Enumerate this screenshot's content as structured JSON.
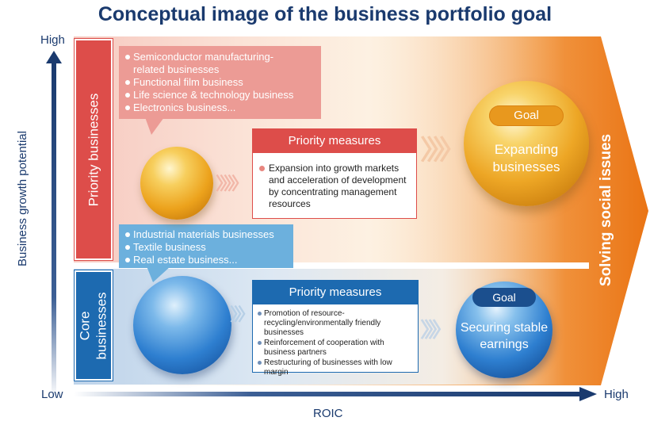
{
  "title": "Conceptual image of the business portfolio goal",
  "axes": {
    "y_label": "Business growth potential",
    "y_high": "High",
    "x_low": "Low",
    "x_high": "High",
    "x_label": "ROIC"
  },
  "priority": {
    "label": "Priority businesses",
    "callout_items": [
      "Semiconductor manufacturing-related businesses",
      "Functional film business",
      "Life science & technology business",
      "Electronics business..."
    ],
    "measures_title": "Priority measures",
    "measures_text": "Expansion into growth markets and acceleration of development by concentrating management resources",
    "goal_pill": "Goal",
    "goal_caption": "Expanding businesses"
  },
  "core": {
    "label": "Core businesses",
    "callout_items": [
      "Industrial materials businesses",
      "Textile business",
      "Real estate business..."
    ],
    "measures_title": "Priority measures",
    "measures_items": [
      "Promotion of resource-recycling/environmentally friendly businesses",
      "Reinforcement of cooperation with business partners",
      "Restructuring of businesses with low margin"
    ],
    "goal_pill": "Goal",
    "goal_caption": "Securing stable earnings"
  },
  "social_label": "Solving social issues",
  "colors": {
    "priority_red": "#dd4d4a",
    "core_blue": "#1d6ab0",
    "goal_orange": "#e8981e",
    "axis_navy": "#1a3a6e"
  }
}
